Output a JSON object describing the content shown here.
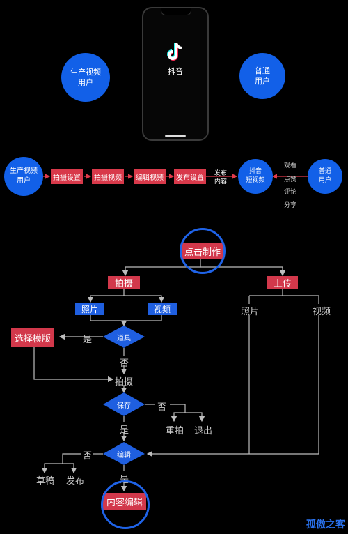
{
  "top": {
    "left_circle": "生产视频\n用户",
    "right_circle": "普通\n用户",
    "app_name": "抖音"
  },
  "flow": {
    "left_circle": "生产视频\n用户",
    "steps": [
      "拍摄设置",
      "拍摄视频",
      "编辑视频",
      "发布设置"
    ],
    "publish_label": "发布\n内容",
    "center_circle": "抖音\n短视频",
    "actions": [
      "观看",
      "点赞",
      "评论",
      "分享"
    ],
    "right_circle": "普通\n用户"
  },
  "diagram": {
    "start": "点击制作",
    "shoot": "拍摄",
    "upload": "上传",
    "photo": "照片",
    "video": "视频",
    "upload_photo": "照片",
    "upload_video": "视频",
    "template": "选择模版",
    "props": "道具",
    "yes1": "是",
    "no1": "否",
    "shoot2": "拍摄",
    "save": "保存",
    "no2": "否",
    "retake": "重拍",
    "exit": "退出",
    "yes2": "是",
    "edit": "编辑",
    "no3": "否",
    "draft": "草稿",
    "publish": "发布",
    "yes3": "是",
    "content_edit": "内容编辑"
  },
  "watermark": "孤傲之客",
  "colors": {
    "blue": "#1260e8",
    "red": "#d8394a",
    "line": "#bdbdbd",
    "arrow_red": "#e23b4b"
  }
}
